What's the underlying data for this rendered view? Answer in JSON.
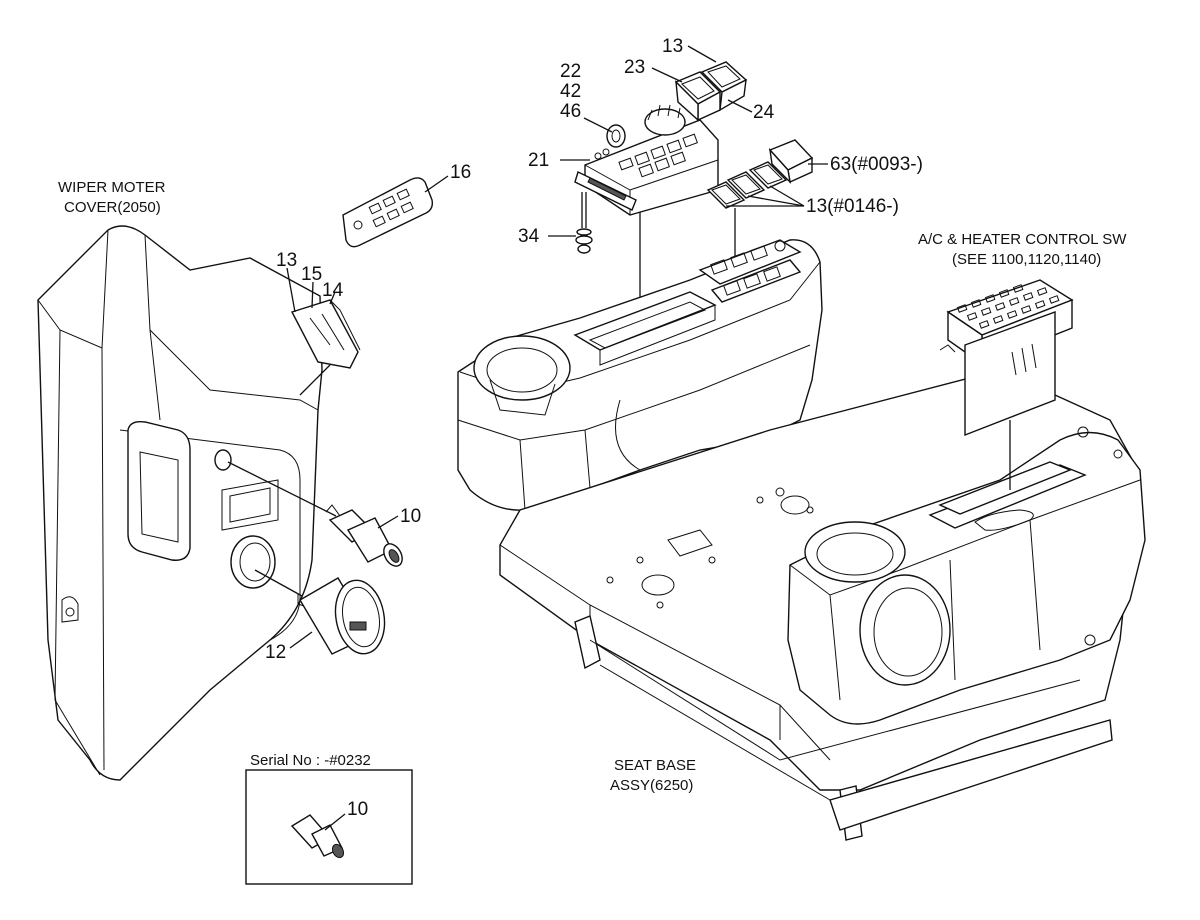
{
  "labels": {
    "wiper_cover": [
      "WIPER MOTER",
      "COVER(2050)"
    ],
    "seat_base": [
      "SEAT BASE",
      "ASSY(6250)"
    ],
    "ac_control": [
      "A/C & HEATER CONTROL SW",
      "(SEE 1100,1120,1140)"
    ],
    "serial_box_title": "Serial No : -#0232",
    "serial_box_part": "10",
    "callouts": {
      "p16": "16",
      "p13_top": "13",
      "p23": "23",
      "p24": "24",
      "p22": "22",
      "p42": "42",
      "p46": "46",
      "p21": "21",
      "p63": "63(#0093-)",
      "p13_0146": "13(#0146-)",
      "p34": "34",
      "p13_left": "13",
      "p15": "15",
      "p14": "14",
      "p10": "10",
      "p12": "12"
    }
  },
  "colors": {
    "line": "#111111",
    "background": "#ffffff"
  }
}
